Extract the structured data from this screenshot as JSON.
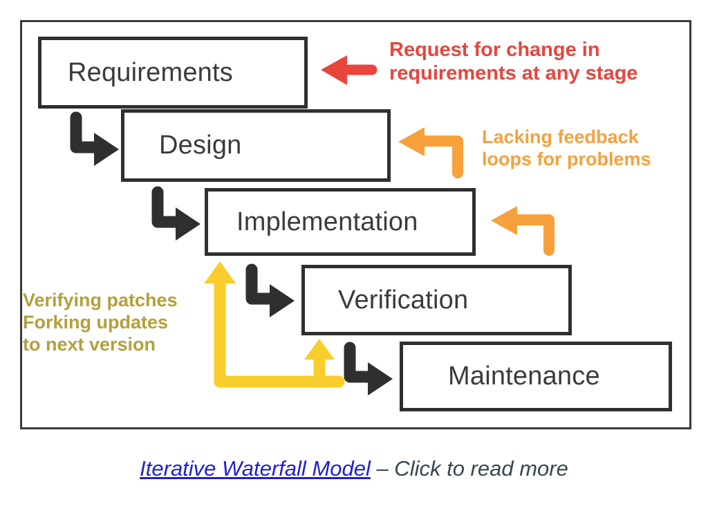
{
  "diagram": {
    "title": "Iterative Waterfall Model",
    "stages": [
      {
        "id": "requirements",
        "label": "Requirements"
      },
      {
        "id": "design",
        "label": "Design"
      },
      {
        "id": "implementation",
        "label": "Implementation"
      },
      {
        "id": "verification",
        "label": "Verification"
      },
      {
        "id": "maintenance",
        "label": "Maintenance"
      }
    ],
    "annotations": [
      {
        "id": "request-for-change",
        "text": "Request for change in\nrequirements at any stage",
        "color": "#e8453d",
        "arrow": "red-left-arrow"
      },
      {
        "id": "lacking-feedback",
        "text": "Lacking feedback\nloops for problems",
        "color": "#f6a13c",
        "arrow": "orange-elbow-arrow"
      },
      {
        "id": "verifying-patches",
        "text": "Verifying patches\nForking updates\nto next version",
        "color": "#b3a03c",
        "arrow": "yellow-feedback-arrow"
      }
    ],
    "arrows": {
      "step_down_icon": "corner-down-right-arrow",
      "step_down_count": 4,
      "red_arrow_color": "#e8453d",
      "orange_arrow_color": "#f6a13c",
      "yellow_arrow_color": "#f9cd2b",
      "step_arrow_color": "#2f2f2f"
    },
    "colors": {
      "box_border": "#2f2f2f",
      "box_fill": "#ffffff",
      "frame_border": "#3a3a3a",
      "label_text": "#3b3b3b"
    }
  },
  "caption": {
    "link_text": "Iterative Waterfall Model",
    "rest_text": " – Click to read more",
    "link_color": "#2020cc",
    "text_color": "#37474f"
  }
}
